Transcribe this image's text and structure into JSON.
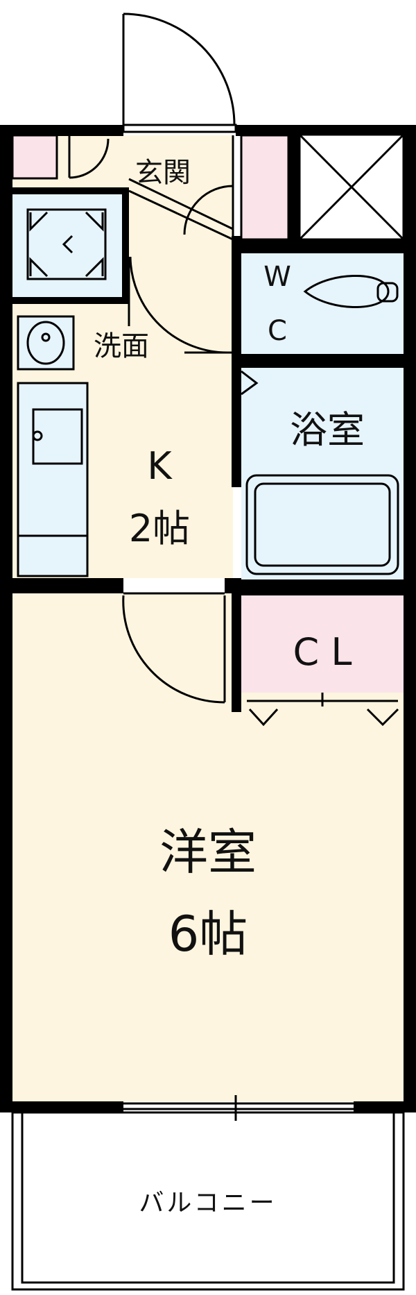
{
  "rooms": {
    "entrance": "玄関",
    "washroom": "洗面",
    "kitchen": {
      "name": "K",
      "size": "2帖"
    },
    "toilet": {
      "line1": "W",
      "line2": "C"
    },
    "bathroom": "浴室",
    "closet": "C L",
    "western_room": {
      "name": "洋室",
      "size": "6帖"
    },
    "balcony": "バルコニー"
  },
  "colors": {
    "floor": "#fdf5df",
    "wet_area": "#e6f4fb",
    "storage": "#fbe3ea",
    "wall": "#000000"
  }
}
